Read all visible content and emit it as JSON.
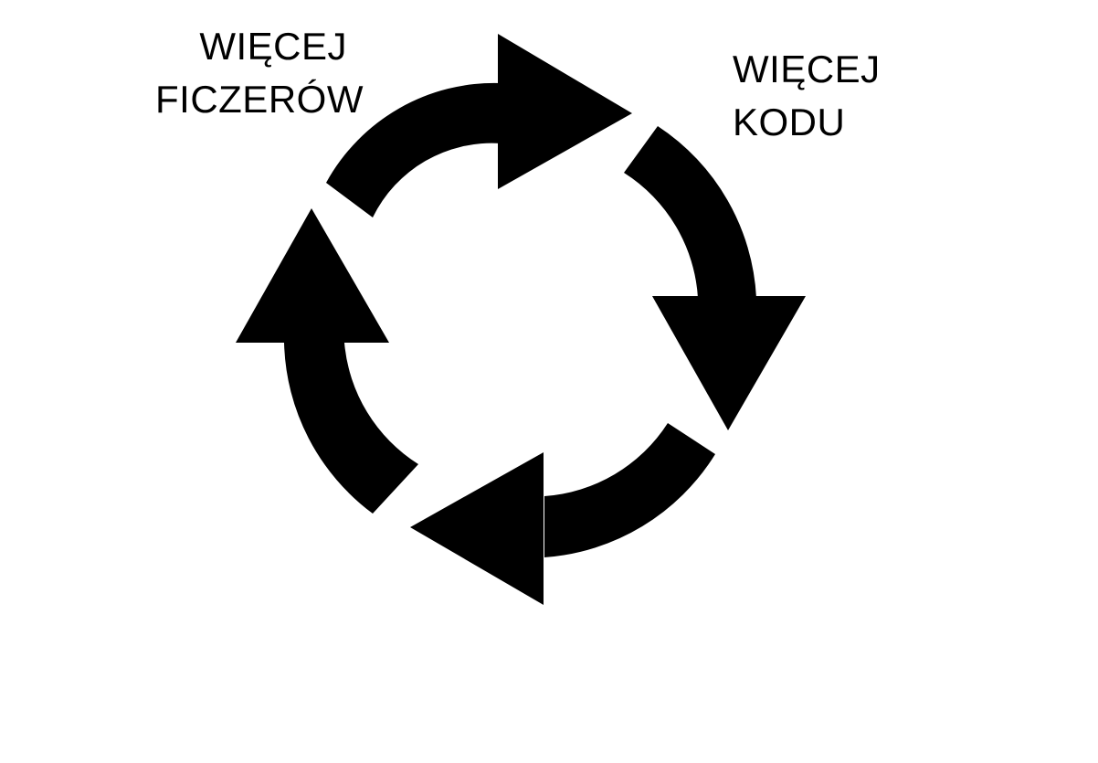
{
  "labels": {
    "left": {
      "line1": "WIĘCEJ",
      "line2": "FICZERÓW"
    },
    "right": {
      "line1": "WIĘCEJ",
      "line2": "KODU"
    }
  },
  "diagram": {
    "type": "cycle",
    "arrow_count": 4,
    "direction": "clockwise",
    "arrow_color": "#000000",
    "background_color": "#ffffff"
  }
}
